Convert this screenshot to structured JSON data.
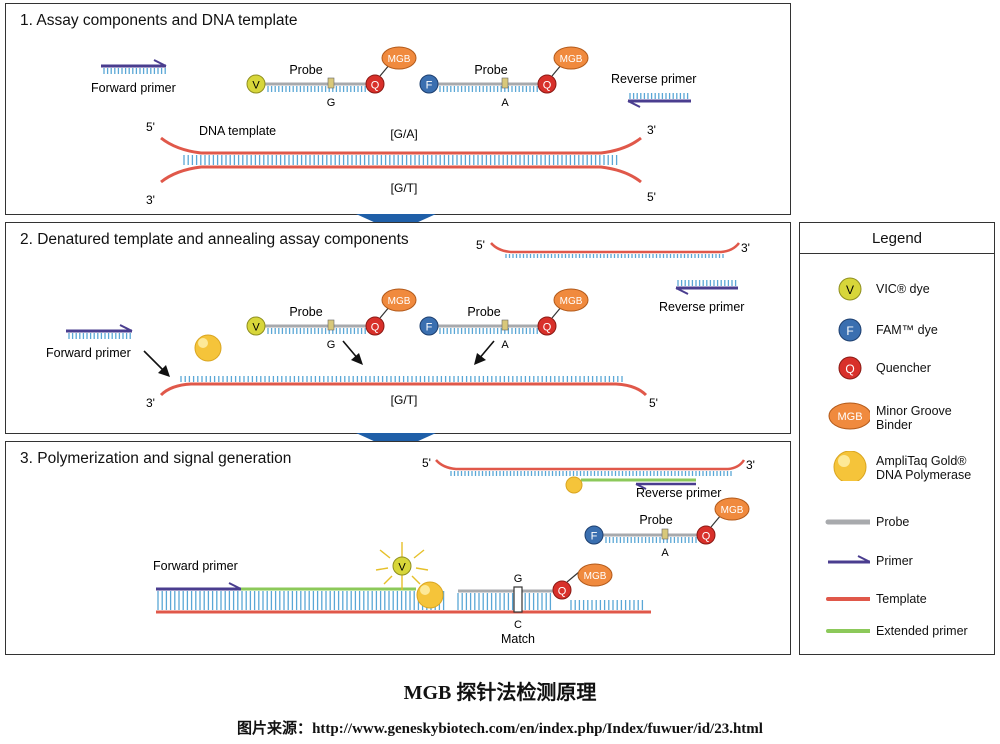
{
  "panels": {
    "p1_title": "1. Assay components and DNA template",
    "p2_title": "2. Denatured template and annealing assay components",
    "p3_title": "3. Polymerization and signal generation"
  },
  "labels": {
    "probe": "Probe",
    "mgb": "MGB",
    "v": "V",
    "f": "F",
    "q": "Q",
    "g": "G",
    "a": "A",
    "c": "C",
    "forward_primer": "Forward primer",
    "reverse_primer": "Reverse primer",
    "dna_template": "DNA template",
    "ga": "[G/A]",
    "gt": "[G/T]",
    "five_prime": "5'",
    "three_prime": "3'",
    "match": "Match"
  },
  "legend": {
    "title": "Legend",
    "items": [
      {
        "key": "vic",
        "text": "VIC® dye"
      },
      {
        "key": "fam",
        "text": "FAM™ dye"
      },
      {
        "key": "quencher",
        "text": "Quencher"
      },
      {
        "key": "mgb",
        "text": "Minor Groove Binder"
      },
      {
        "key": "polymerase",
        "text": "AmpliTaq Gold® DNA Polymerase"
      },
      {
        "key": "probe",
        "text": "Probe"
      },
      {
        "key": "primer",
        "text": "Primer"
      },
      {
        "key": "template",
        "text": "Template"
      },
      {
        "key": "extended",
        "text": "Extended primer"
      }
    ]
  },
  "caption": {
    "title_latin": "MGB",
    "title_cjk": "探针法检测原理",
    "source_prefix": "图片来源：",
    "source_url": "http://www.geneskybiotech.com/en/index.php/Index/fuwuer/id/23.html"
  },
  "colors": {
    "template": "#e0584a",
    "primer": "#4a3d8f",
    "probe": "#a8aaad",
    "extended": "#8cc95a",
    "base_tick": "#5aa7d6",
    "vic": "#d7d63a",
    "fam": "#3a6fb0",
    "quencher": "#d8302a",
    "mgb": "#f08a3e",
    "polymerase": "#f5c43a",
    "arrow_blue": "#1f5fa8"
  }
}
